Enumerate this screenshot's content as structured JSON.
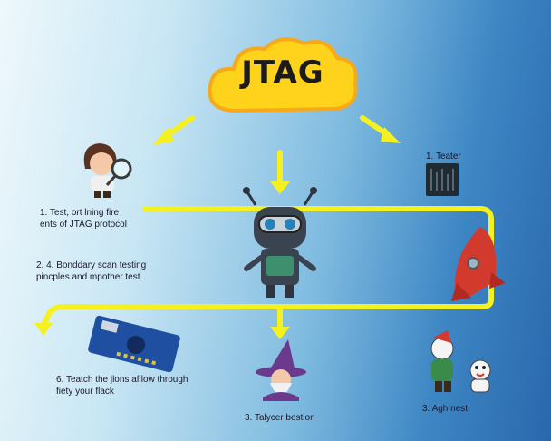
{
  "title": "JTAG",
  "labels": {
    "step1": "1. Test, ort lning fire\nents of JTAG protocol",
    "step2": "2. 4. Bonddary scan testing\npincples and mpother test",
    "step6": "6. Teatch the jlons afilow through\nfiety your flack",
    "step3": "3. Talycer bestion",
    "step3b": "3. Agh nest",
    "tester": "1. Teater"
  },
  "colors": {
    "cloud": "#ffd21c",
    "arrow": "#f5f120",
    "board": "#1f4fa0",
    "rocket": "#d23a2e",
    "wizard": "#6b3a8c"
  }
}
